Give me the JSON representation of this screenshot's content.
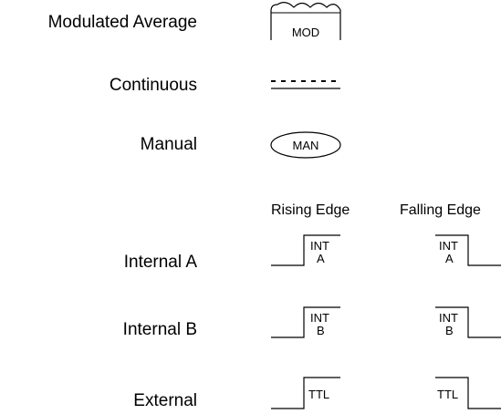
{
  "labels": {
    "modulated_average": "Modulated Average",
    "continuous": "Continuous",
    "manual": "Manual",
    "internal_a": "Internal A",
    "internal_b": "Internal B",
    "external": "External"
  },
  "column_headers": {
    "rising_edge": "Rising Edge",
    "falling_edge": "Falling Edge"
  },
  "symbols": {
    "mod": "MOD",
    "man": "MAN",
    "int": "INT",
    "a": "A",
    "b": "B",
    "ttl": "TTL"
  }
}
